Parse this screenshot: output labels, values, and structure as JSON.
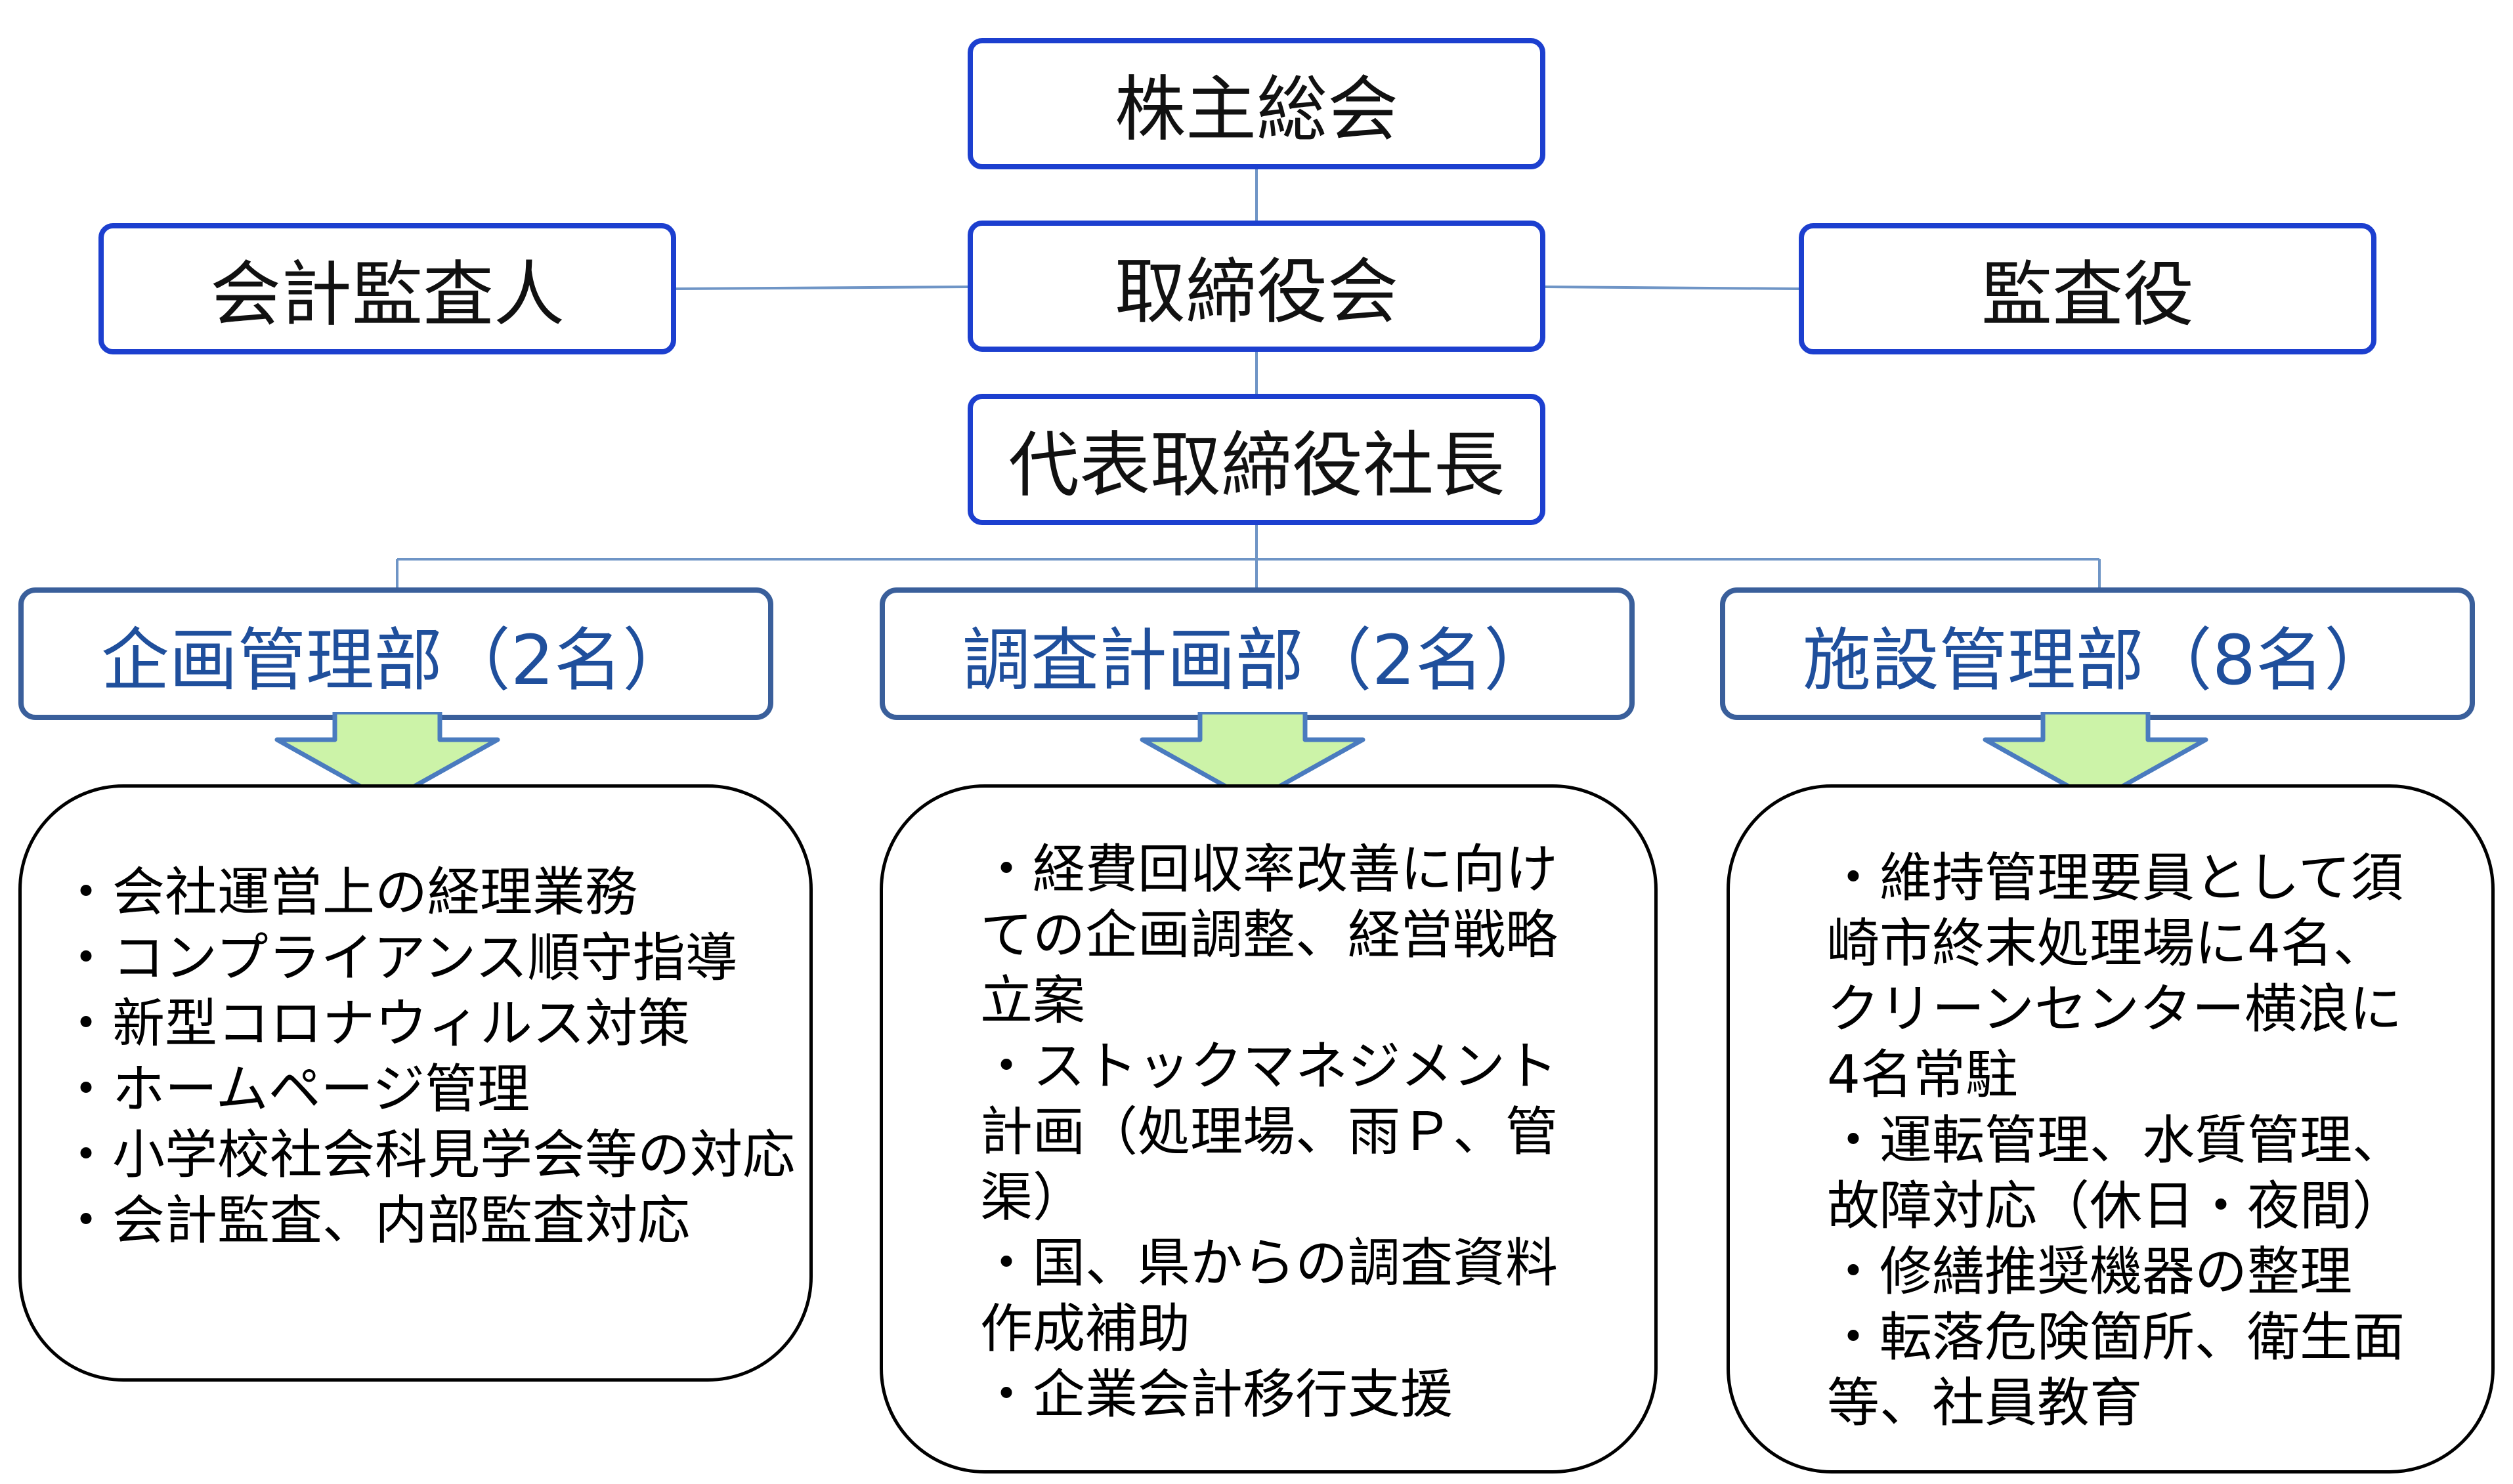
{
  "top": {
    "shareholders": "株主総会",
    "auditor_external": "会計監査人",
    "board": "取締役会",
    "auditor_internal": "監査役",
    "president": "代表取締役社長"
  },
  "departments": [
    {
      "name": "企画管理部（2名）",
      "duties": [
        "・会社運営上の経理業務",
        "・コンプライアンス順守指導",
        "・新型コロナウィルス対策",
        "・ホームページ管理",
        "・小学校社会科見学会等の対応",
        "・会計監査、内部監査対応"
      ]
    },
    {
      "name": "調査計画部（2名）",
      "duties": [
        "・経費回収率改善に向け",
        "ての企画調整、経営戦略",
        "立案",
        "・ストックマネジメント",
        "計画（処理場、雨Ｐ、管",
        "渠）",
        "・国、県からの調査資料",
        "作成補助",
        "・企業会計移行支援"
      ]
    },
    {
      "name": "施設管理部（8名）",
      "duties": [
        "・維持管理要員として須",
        "崎市終末処理場に4名、",
        "クリーンセンター横浪に",
        "4名常駐",
        "・運転管理、水質管理、",
        "故障対応（休日・夜間）",
        "・修繕推奨機器の整理",
        "・転落危険箇所、衛生面",
        "等、社員教育"
      ]
    }
  ],
  "colors": {
    "box_border": "#1c3fcf",
    "dept_border": "#3a5f9b",
    "dept_text": "#1f4f9c",
    "connector": "#6f95c6",
    "arrow_fill": "#ccf3a8",
    "arrow_stroke": "#4a7bbf"
  }
}
